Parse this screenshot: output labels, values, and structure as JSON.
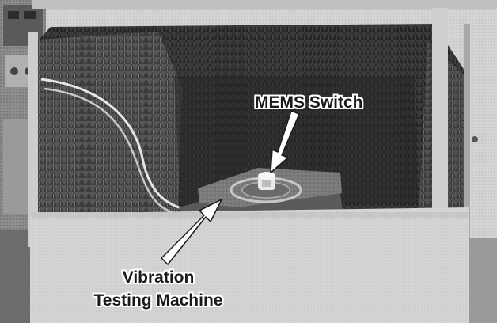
{
  "figure": {
    "labels": {
      "mems_switch": "MEMS Switch",
      "machine_line1": "Vibration",
      "machine_line2": "Testing Machine"
    }
  },
  "colors": {
    "paper": "#ffffff",
    "ink": "#1a1a1a",
    "chamber_foam": "#3a3a3a",
    "enclosure_panel": "#d4d4d4"
  }
}
